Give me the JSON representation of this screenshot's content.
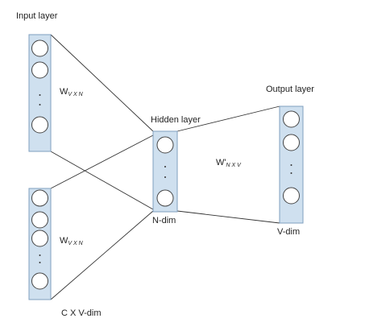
{
  "labels": {
    "input_layer": "Input layer",
    "hidden_layer": "Hidden layer",
    "output_layer": "Output layer",
    "n_dim": "N-dim",
    "v_dim": "V-dim",
    "cxv_dim": "C X V-dim"
  },
  "weights": {
    "input_top": {
      "main": "W",
      "sub": "V X N"
    },
    "input_bottom": {
      "main": "W",
      "sub": "V X N"
    },
    "hidden_output": {
      "main": "W'",
      "sub": "N X V"
    }
  },
  "colors": {
    "column_fill": "#cfe0ef",
    "column_stroke": "#7f9fbf"
  }
}
